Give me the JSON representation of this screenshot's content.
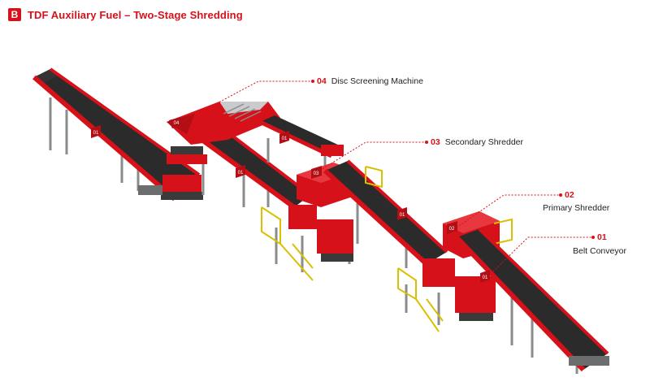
{
  "header": {
    "badge": "B",
    "title": "TDF Auxiliary Fuel – Two-Stage Shredding"
  },
  "callouts": [
    {
      "num": "04",
      "label": "Disc Screening Machine"
    },
    {
      "num": "03",
      "label": "Secondary Shredder"
    },
    {
      "num": "02",
      "label": "Primary Shredder"
    },
    {
      "num": "01",
      "label": "Belt Conveyor"
    }
  ],
  "markers": {
    "m01a": "01",
    "m01b": "01",
    "m01c": "01",
    "m01d": "01",
    "m02": "02",
    "m03": "03",
    "m04": "04",
    "m01e": "01"
  },
  "colors": {
    "accent": "#d7111a",
    "belt": "#2b2b2b",
    "frame": "#7d7f80"
  }
}
